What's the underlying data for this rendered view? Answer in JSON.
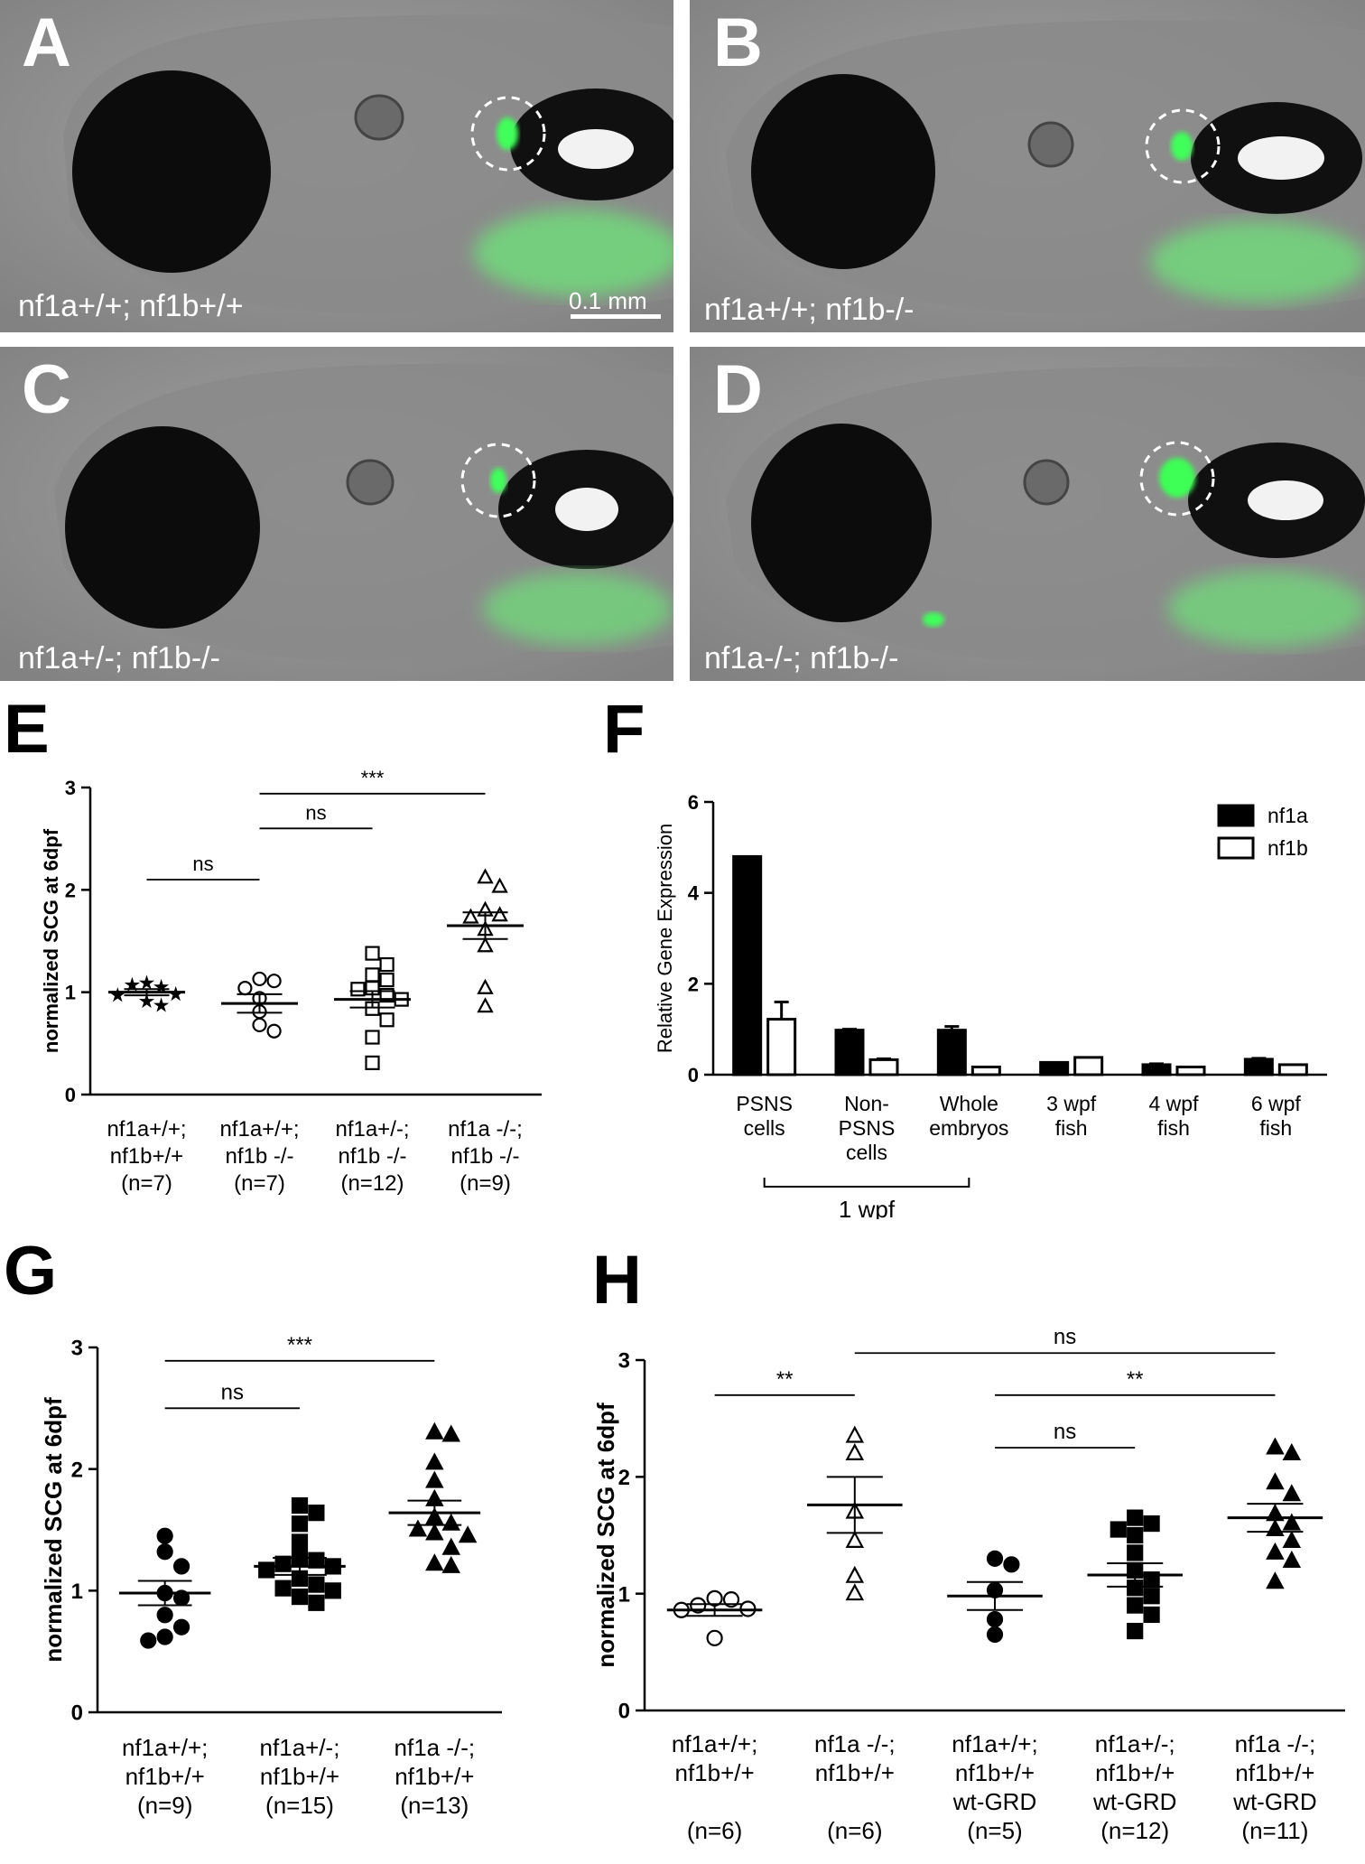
{
  "micrographs": [
    {
      "letter": "A",
      "genotype": "nf1a+/+; nf1b+/+",
      "scale_bar": "0.1 mm"
    },
    {
      "letter": "B",
      "genotype": "nf1a+/+; nf1b-/-"
    },
    {
      "letter": "C",
      "genotype": "nf1a+/-; nf1b-/-"
    },
    {
      "letter": "D",
      "genotype": "nf1a-/-; nf1b-/-"
    }
  ],
  "chart_data": [
    {
      "panel": "E",
      "type": "scatter",
      "ylabel": "normalized SCG at 6dpf",
      "ylim": [
        0,
        3
      ],
      "yticks": [
        "0",
        "1",
        "2",
        "3"
      ],
      "groups": [
        {
          "label": [
            "nf1a+/+;",
            "nf1b+/+",
            "(n=7)"
          ],
          "marker": "star",
          "filled": true,
          "values": [
            1.09,
            1.05,
            1.07,
            0.98,
            0.97,
            0.91,
            0.87
          ],
          "mean": 1.0,
          "sem": 0.03
        },
        {
          "label": [
            "nf1a+/+;",
            "nf1b -/-",
            "(n=7)"
          ],
          "marker": "circle",
          "filled": false,
          "values": [
            1.13,
            1.11,
            1.04,
            0.94,
            0.81,
            0.68,
            0.62
          ],
          "mean": 0.89,
          "sem": 0.09
        },
        {
          "label": [
            "nf1a+/-;",
            "nf1b -/-",
            "(n=12)"
          ],
          "marker": "square",
          "filled": false,
          "values": [
            1.38,
            1.27,
            1.17,
            1.12,
            1.04,
            1.03,
            0.97,
            0.93,
            0.84,
            0.73,
            0.56,
            0.31
          ],
          "mean": 0.93,
          "sem": 0.08
        },
        {
          "label": [
            "nf1a -/-;",
            "nf1b -/-",
            "(n=9)"
          ],
          "marker": "triangle",
          "filled": false,
          "values": [
            2.12,
            2.03,
            1.8,
            1.75,
            1.73,
            1.61,
            1.45,
            1.04,
            0.86
          ],
          "mean": 1.65,
          "sem": 0.13
        }
      ],
      "comparisons": [
        {
          "from": 0,
          "to": 1,
          "label": "ns",
          "y": 2.1
        },
        {
          "from": 1,
          "to": 2,
          "label": "ns",
          "y": 2.6
        },
        {
          "from": 1,
          "to": 3,
          "label": "***",
          "y": 2.94
        }
      ]
    },
    {
      "panel": "F",
      "type": "bar",
      "ylabel": "Relative Gene Expression",
      "ylim": [
        0,
        6
      ],
      "yticks": [
        "0",
        "2",
        "4",
        "6"
      ],
      "categories": [
        [
          "PSNS",
          "cells"
        ],
        [
          "Non-",
          "PSNS",
          "cells"
        ],
        [
          "Whole",
          "embryos"
        ],
        [
          "3 wpf",
          "fish"
        ],
        [
          "4 wpf",
          "fish"
        ],
        [
          "6 wpf",
          "fish"
        ]
      ],
      "series": [
        {
          "name": "nf1a",
          "filled": true,
          "values": [
            4.8,
            0.98,
            0.98,
            0.27,
            0.22,
            0.34
          ],
          "errors": [
            0,
            0.02,
            0.08,
            0,
            0.02,
            0.02
          ]
        },
        {
          "name": "nf1b",
          "filled": false,
          "values": [
            1.22,
            0.33,
            0.17,
            0.38,
            0.17,
            0.22
          ],
          "errors": [
            0.38,
            0.02,
            0,
            0,
            0,
            0
          ]
        }
      ],
      "bracket": {
        "from": 0,
        "to": 2,
        "label": "1 wpf"
      }
    },
    {
      "panel": "G",
      "type": "scatter",
      "ylabel": "normalized SCG at 6dpf",
      "ylim": [
        0,
        3
      ],
      "yticks": [
        "0",
        "1",
        "2",
        "3"
      ],
      "groups": [
        {
          "label": [
            "nf1a+/+;",
            "nf1b+/+",
            "(n=9)"
          ],
          "marker": "circle",
          "filled": true,
          "values": [
            1.45,
            1.32,
            1.2,
            0.98,
            0.94,
            0.8,
            0.7,
            0.62,
            0.59
          ],
          "mean": 0.98,
          "sem": 0.1
        },
        {
          "label": [
            "nf1a+/-;",
            "nf1b+/+",
            "(n=15)"
          ],
          "marker": "square",
          "filled": true,
          "values": [
            1.7,
            1.64,
            1.55,
            1.4,
            1.27,
            1.25,
            1.22,
            1.2,
            1.17,
            1.1,
            1.05,
            1.02,
            1.0,
            0.95,
            0.9
          ],
          "mean": 1.2,
          "sem": 0.07
        },
        {
          "label": [
            "nf1a -/-;",
            "nf1b+/+",
            "(n=13)"
          ],
          "marker": "triangle",
          "filled": true,
          "values": [
            2.3,
            2.28,
            2.05,
            1.9,
            1.75,
            1.6,
            1.55,
            1.5,
            1.47,
            1.45,
            1.35,
            1.22,
            1.2
          ],
          "mean": 1.64,
          "sem": 0.1
        }
      ],
      "comparisons": [
        {
          "from": 0,
          "to": 1,
          "label": "ns",
          "y": 2.5
        },
        {
          "from": 0,
          "to": 2,
          "label": "***",
          "y": 2.89
        }
      ]
    },
    {
      "panel": "H",
      "type": "scatter",
      "ylabel": "normalized SCG at 6dpf",
      "ylim": [
        0,
        3
      ],
      "yticks": [
        "0",
        "1",
        "2",
        "3"
      ],
      "groups": [
        {
          "label": [
            "nf1a+/+;",
            "nf1b+/+",
            "",
            "(n=6)"
          ],
          "marker": "circle",
          "filled": false,
          "values": [
            0.96,
            0.95,
            0.9,
            0.87,
            0.86,
            0.62
          ],
          "mean": 0.86,
          "sem": 0.05
        },
        {
          "label": [
            "nf1a -/-;",
            "nf1b+/+",
            "",
            "(n=6)"
          ],
          "marker": "triangle",
          "filled": false,
          "values": [
            2.35,
            2.2,
            1.7,
            1.45,
            1.15,
            1.0
          ],
          "mean": 1.76,
          "sem": 0.24
        },
        {
          "label": [
            "nf1a+/+;",
            "nf1b+/+",
            "wt-GRD",
            "(n=5)"
          ],
          "marker": "circle",
          "filled": true,
          "values": [
            1.3,
            1.25,
            1.03,
            0.78,
            0.65
          ],
          "mean": 0.98,
          "sem": 0.12
        },
        {
          "label": [
            "nf1a+/-;",
            "nf1b+/+",
            "wt-GRD",
            "(n=12)"
          ],
          "marker": "square",
          "filled": true,
          "values": [
            1.65,
            1.6,
            1.55,
            1.5,
            1.35,
            1.2,
            1.12,
            1.05,
            0.98,
            0.9,
            0.82,
            0.68
          ],
          "mean": 1.16,
          "sem": 0.1
        },
        {
          "label": [
            "nf1a -/-;",
            "nf1b+/+",
            "wt-GRD",
            "(n=11)"
          ],
          "marker": "triangle",
          "filled": true,
          "values": [
            2.25,
            2.2,
            1.95,
            1.85,
            1.68,
            1.6,
            1.55,
            1.45,
            1.35,
            1.28,
            1.1
          ],
          "mean": 1.65,
          "sem": 0.12
        }
      ],
      "comparisons": [
        {
          "from": 0,
          "to": 1,
          "label": "**",
          "y": 2.7
        },
        {
          "from": 1,
          "to": 4,
          "label": "ns",
          "y": 3.06
        },
        {
          "from": 2,
          "to": 3,
          "label": "ns",
          "y": 2.25
        },
        {
          "from": 2,
          "to": 4,
          "label": "**",
          "y": 2.7
        }
      ]
    }
  ]
}
